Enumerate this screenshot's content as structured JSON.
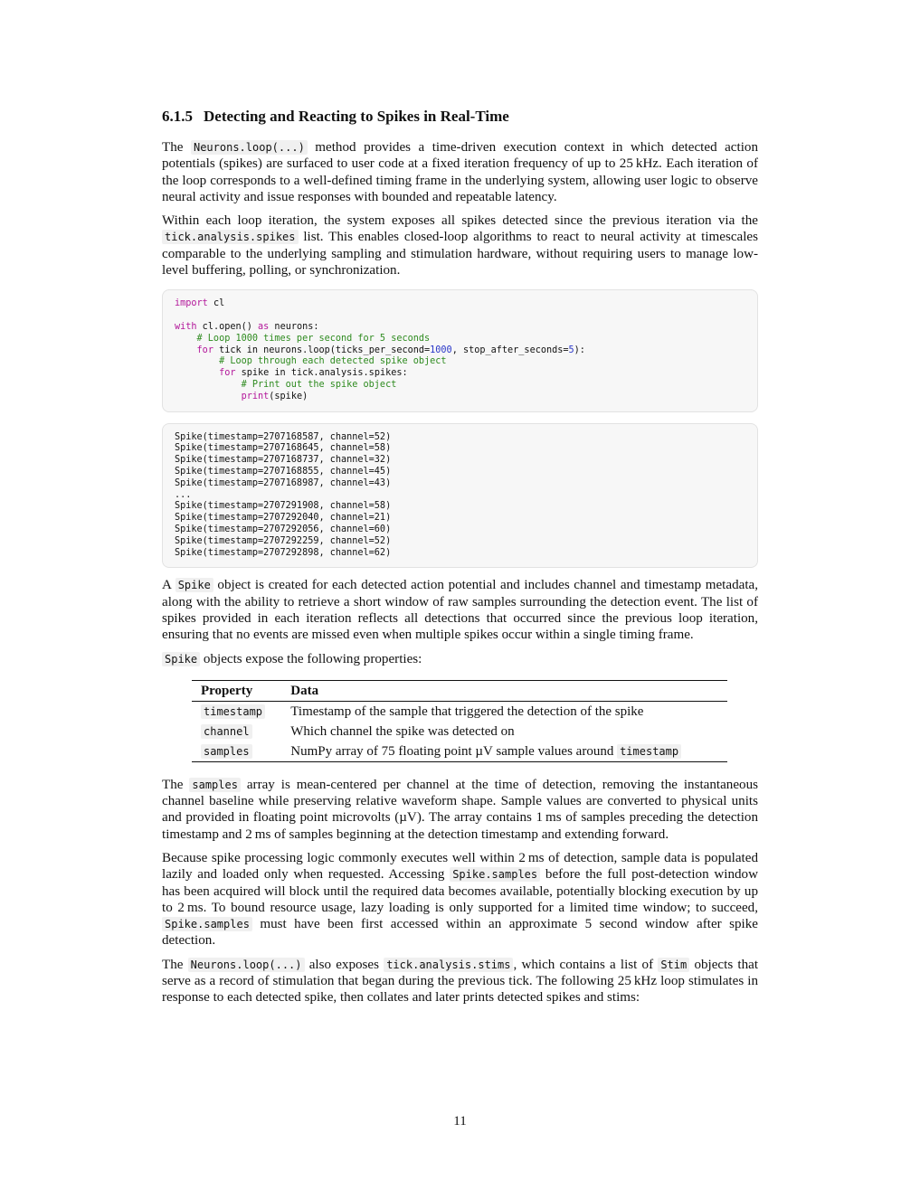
{
  "section": {
    "number": "6.1.5",
    "title": "Detecting and Reacting to Spikes in Real-Time"
  },
  "para1": {
    "t1": "The",
    "c1": "Neurons.loop(...)",
    "t2": "method provides a time-driven execution context in which detected action potentials (spikes) are surfaced to user code at a fixed iteration frequency of up to 25 kHz. Each iteration of the loop corresponds to a well-defined timing frame in the underlying system, allowing user logic to observe neural activity and issue responses with bounded and repeatable latency."
  },
  "para2": {
    "t1": "Within each loop iteration, the system exposes all spikes detected since the previous iteration via the",
    "c1": "tick.analysis.spikes",
    "t2": "list. This enables closed-loop algorithms to react to neural activity at timescales comparable to the underlying sampling and stimulation hardware, without requiring users to manage low-level buffering, polling, or synchronization."
  },
  "code": {
    "l1_kw": "import",
    "l1_rest": " cl",
    "l3_kw1": "with",
    "l3_a": " cl.open() ",
    "l3_kw2": "as",
    "l3_b": " neurons:",
    "l4_cm": "    # Loop 1000 times per second for 5 seconds",
    "l5_ind": "    ",
    "l5_kw": "for",
    "l5_a": " tick in neurons.loop(ticks_per_second=",
    "l5_n1": "1000",
    "l5_b": ", stop_after_seconds=",
    "l5_n2": "5",
    "l5_c": "):",
    "l6_cm": "        # Loop through each detected spike object",
    "l7_ind": "        ",
    "l7_kw": "for",
    "l7_a": " spike in tick.analysis.spikes:",
    "l8_cm": "            # Print out the spike object",
    "l9_ind": "            ",
    "l9_fn": "print",
    "l9_a": "(spike)"
  },
  "output": {
    "text": "Spike(timestamp=2707168587, channel=52)\nSpike(timestamp=2707168645, channel=58)\nSpike(timestamp=2707168737, channel=32)\nSpike(timestamp=2707168855, channel=45)\nSpike(timestamp=2707168987, channel=43)\n...\nSpike(timestamp=2707291908, channel=58)\nSpike(timestamp=2707292040, channel=21)\nSpike(timestamp=2707292056, channel=60)\nSpike(timestamp=2707292259, channel=52)\nSpike(timestamp=2707292898, channel=62)"
  },
  "para3": {
    "t1": "A",
    "c1": "Spike",
    "t2": "object is created for each detected action potential and includes channel and timestamp metadata, along with the ability to retrieve a short window of raw samples surrounding the detection event. The list of spikes provided in each iteration reflects all detections that occurred since the previous loop iteration, ensuring that no events are missed even when multiple spikes occur within a single timing frame."
  },
  "para4": {
    "c1": "Spike",
    "t1": "objects expose the following properties:"
  },
  "table": {
    "headers": [
      "Property",
      "Data"
    ],
    "rows": [
      {
        "prop": "timestamp",
        "data": "Timestamp of the sample that triggered the detection of the spike",
        "data_code": ""
      },
      {
        "prop": "channel",
        "data": "Which channel the spike was detected on",
        "data_code": ""
      },
      {
        "prop": "samples",
        "data": "NumPy array of 75 floating point µV sample values around",
        "data_code": "timestamp"
      }
    ]
  },
  "para5": {
    "t1": "The",
    "c1": "samples",
    "t2": "array is mean-centered per channel at the time of detection, removing the instantaneous channel baseline while preserving relative waveform shape. Sample values are converted to physical units and provided in floating point microvolts (µV). The array contains 1 ms of samples preceding the detection timestamp and 2 ms of samples beginning at the detection timestamp and extending forward."
  },
  "para6": {
    "t1": "Because spike processing logic commonly executes well within 2 ms of detection, sample data is populated lazily and loaded only when requested. Accessing",
    "c1": "Spike.samples",
    "t2": "before the full post-detection window has been acquired will block until the required data becomes available, potentially blocking execution by up to 2 ms. To bound resource usage, lazy loading is only supported for a limited time window; to succeed,",
    "c2": "Spike.samples",
    "t3": "must have been first accessed within an approximate 5 second window after spike detection."
  },
  "para7": {
    "t1": "The",
    "c1": "Neurons.loop(...)",
    "t2": "also exposes",
    "c2": "tick.analysis.stims",
    "t3": ", which contains a list of",
    "c3": "Stim",
    "t4": "objects that serve as a record of stimulation that began during the previous tick. The following 25 kHz loop stimulates in response to each detected spike, then collates and later prints detected spikes and stims:"
  },
  "page_number": "11"
}
